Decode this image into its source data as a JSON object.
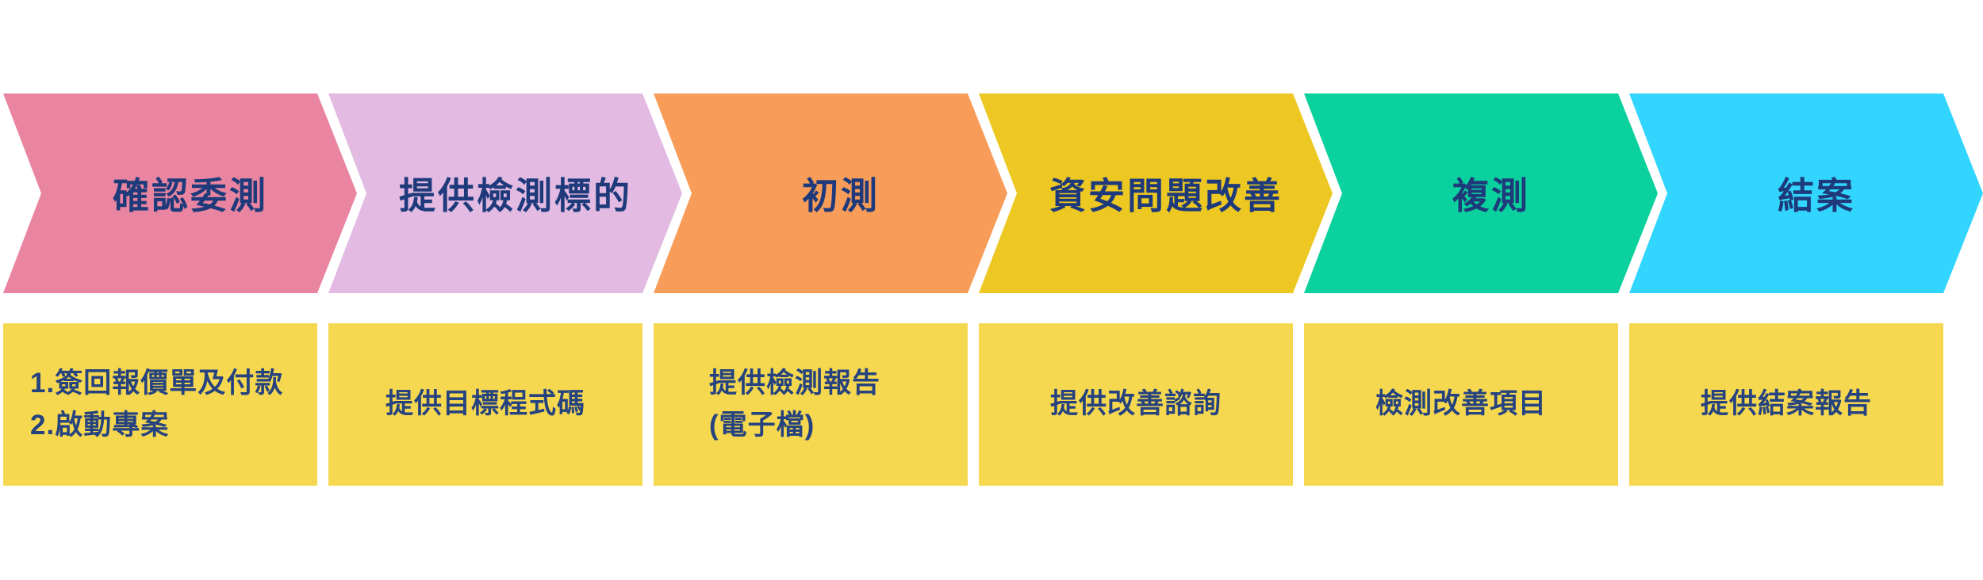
{
  "diagram_title": "security-testing-process-flow",
  "theme": {
    "background": "#FFFFFF",
    "note_box_color": "#F5D850",
    "arrow_label_color": "#1E3A7A",
    "note_text_color": "#26437F",
    "separator_color": "#FFFFFF"
  },
  "steps": [
    {
      "label": "確認委測",
      "color": "#E985A1",
      "note_align": "left",
      "note_lines": [
        "1.簽回報價單及付款",
        "2.啟動專案"
      ]
    },
    {
      "label": "提供檢測標的",
      "color": "#E2BAE2",
      "note_align": "center",
      "note_lines": [
        "提供目標程式碼"
      ]
    },
    {
      "label": "初測",
      "color": "#F89C59",
      "note_align": "left",
      "note_lines": [
        "提供檢測報告",
        "(電子檔)"
      ]
    },
    {
      "label": "資安問題改善",
      "color": "#EDC823",
      "note_align": "center",
      "note_lines": [
        "提供改善諮詢"
      ]
    },
    {
      "label": "複測",
      "color": "#0BD19E",
      "note_align": "center",
      "note_lines": [
        "檢測改善項目"
      ]
    },
    {
      "label": "結案",
      "color": "#32D5FE",
      "note_align": "center",
      "note_lines": [
        "提供結案報告"
      ]
    }
  ]
}
